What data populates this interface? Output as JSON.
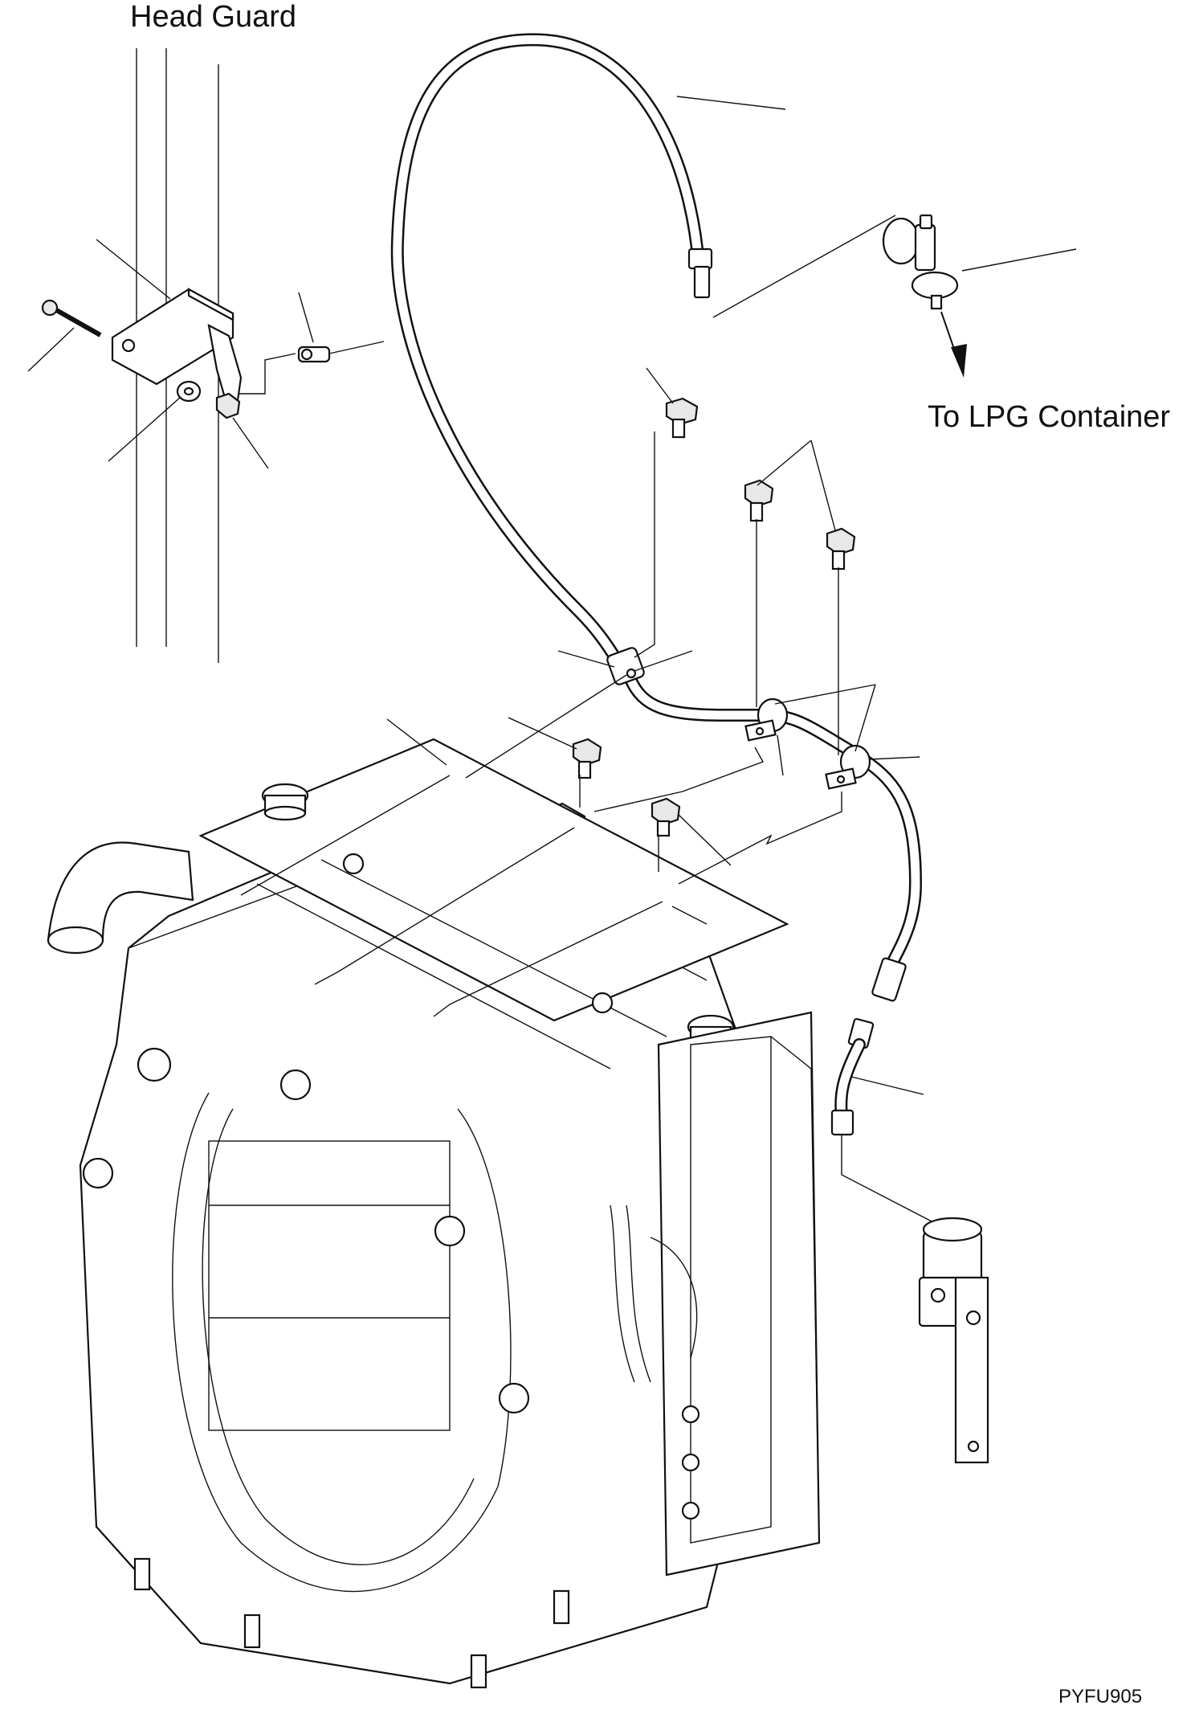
{
  "labels": {
    "head_guard": "Head Guard",
    "lpg_container": "To LPG Container",
    "drawing_code": "PYFU905"
  }
}
